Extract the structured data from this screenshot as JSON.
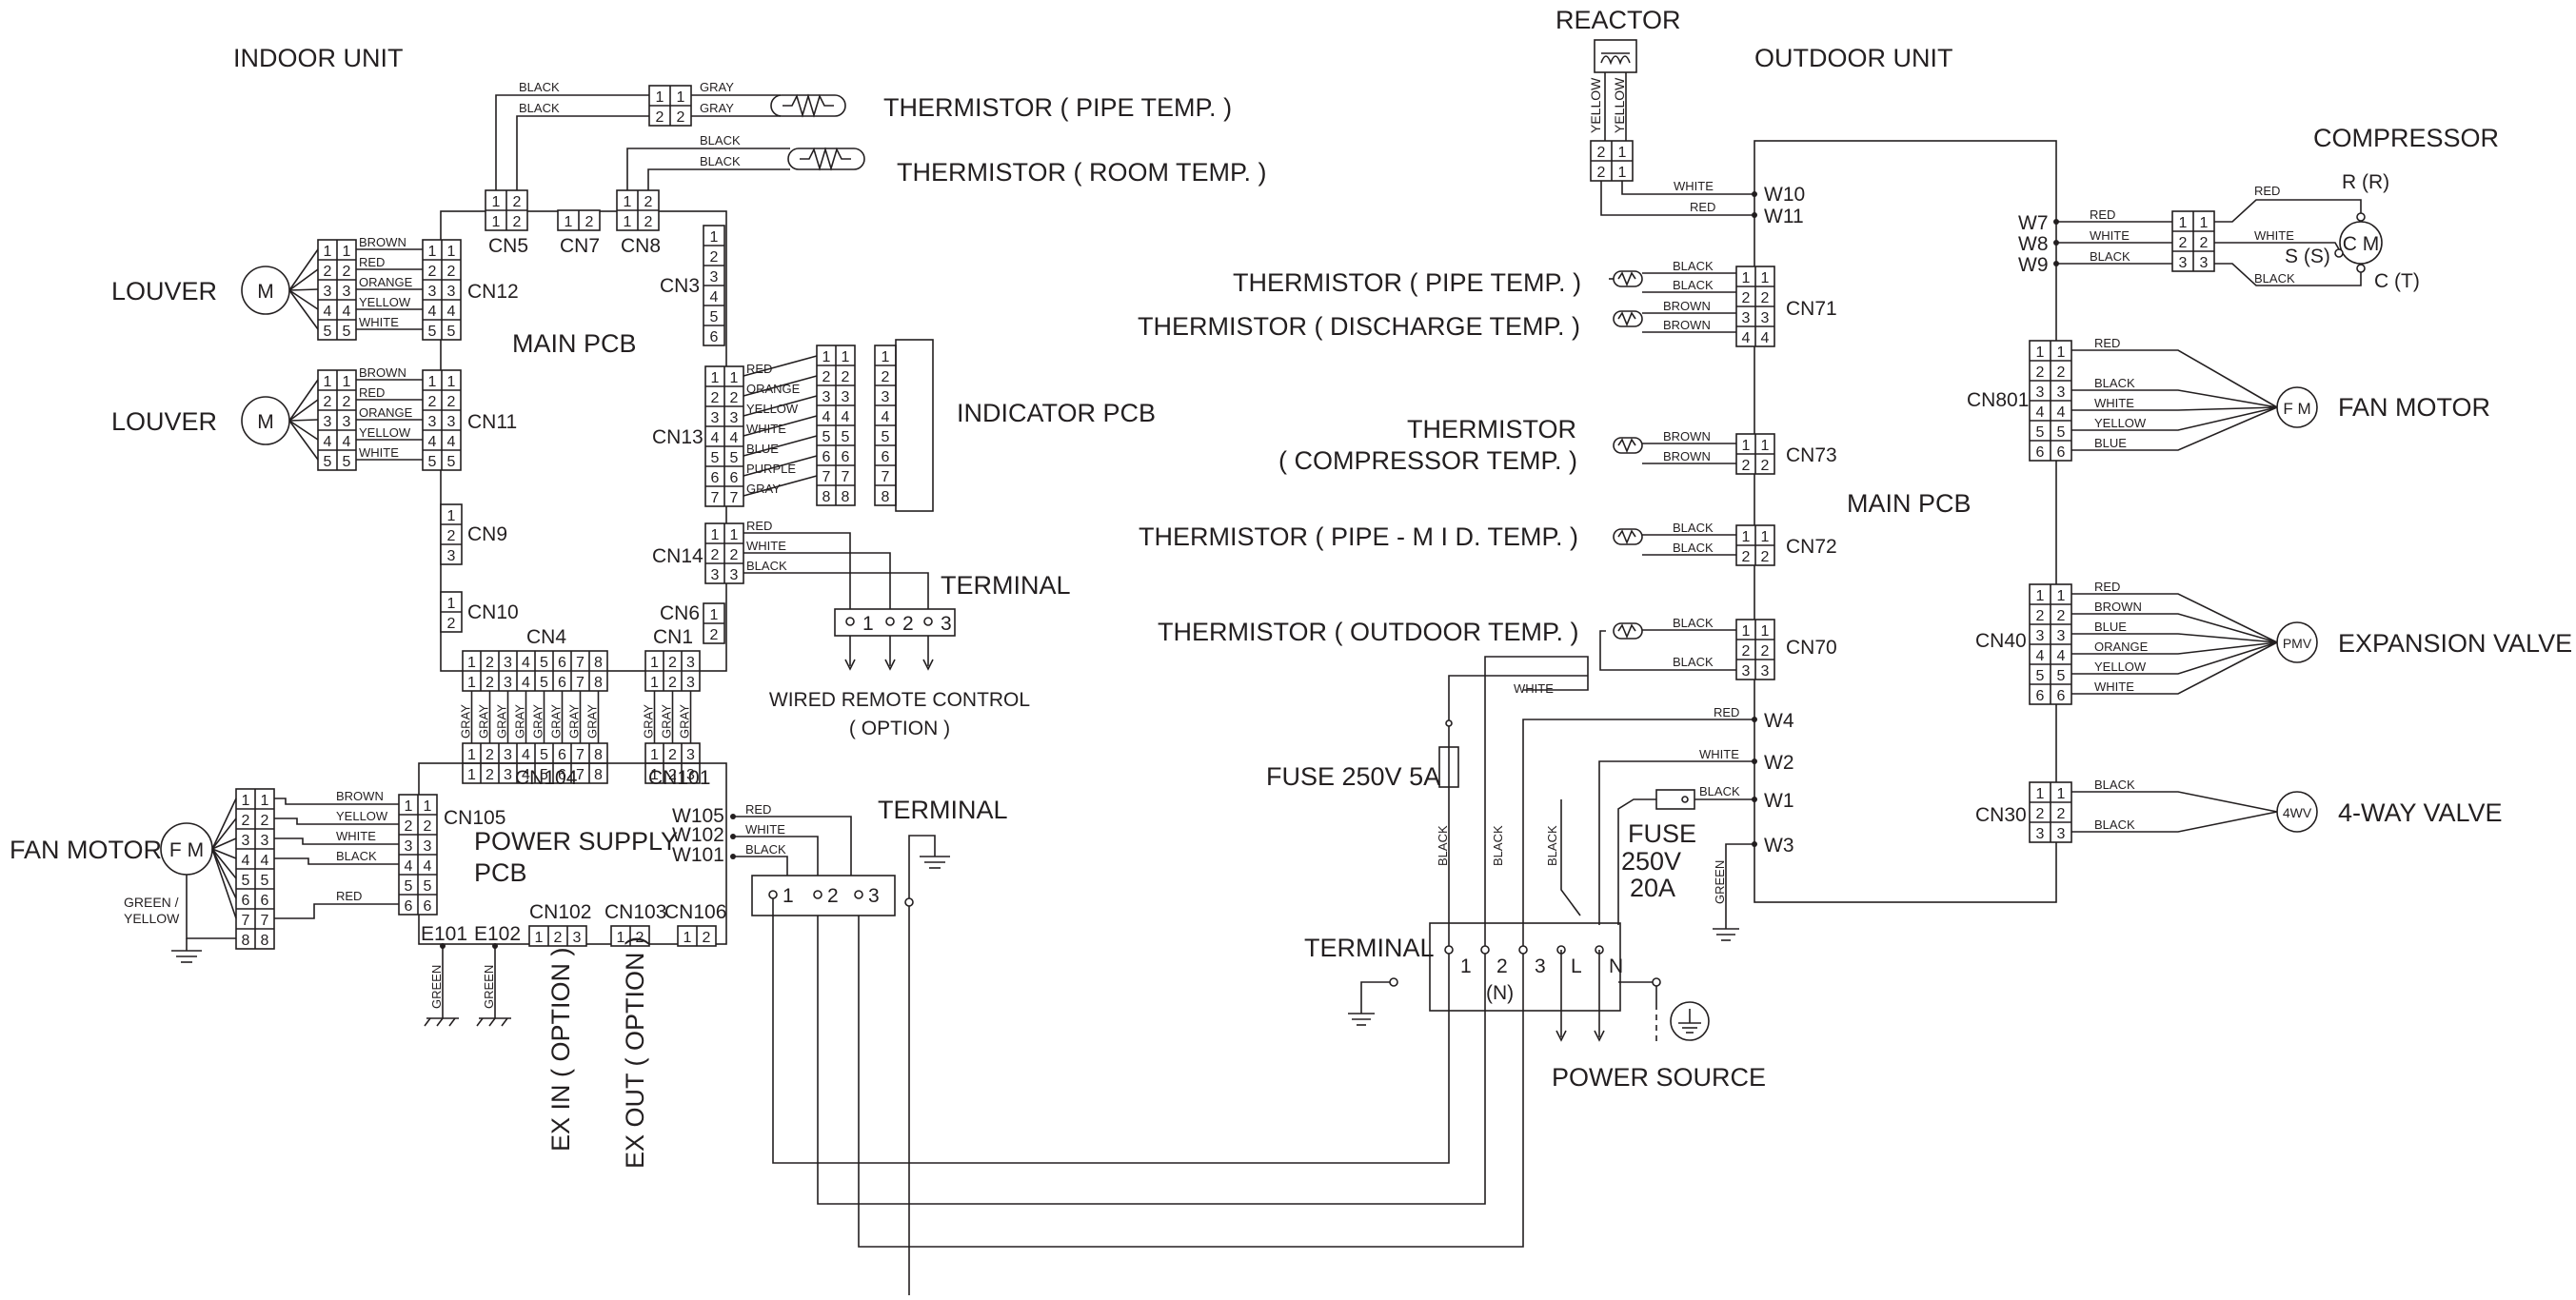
{
  "indoor": {
    "title": "INDOOR UNIT",
    "main_pcb": "MAIN PCB",
    "power_pcb_l1": "POWER SUPPLY",
    "power_pcb_l2": "PCB",
    "louver": "LOUVER",
    "motor_m": "M",
    "fan_motor": "FAN MOTOR",
    "fm": "F M",
    "thermistor_pipe": "THERMISTOR ( PIPE TEMP. )",
    "thermistor_room": "THERMISTOR ( ROOM TEMP. )",
    "indicator_pcb": "INDICATOR PCB",
    "terminal": "TERMINAL",
    "wired_remote_l1": "WIRED REMOTE CONTROL",
    "wired_remote_l2": "( OPTION )",
    "terminal2": "TERMINAL",
    "ex_in": "EX IN ( OPTION )",
    "ex_out": "EX OUT ( OPTION )",
    "green_yellow_l1": "GREEN /",
    "green_yellow_l2": "YELLOW",
    "green": "GREEN",
    "connectors": {
      "cn5": "CN5",
      "cn7": "CN7",
      "cn8": "CN8",
      "cn3": "CN3",
      "cn12": "CN12",
      "cn11": "CN11",
      "cn9": "CN9",
      "cn10": "CN10",
      "cn13": "CN13",
      "cn14": "CN14",
      "cn6": "CN6",
      "cn4": "CN4",
      "cn1": "CN1",
      "cn104": "CN104",
      "cn101": "CN101",
      "cn105": "CN105",
      "cn102": "CN102",
      "cn103": "CN103",
      "cn106": "CN106",
      "w105": "W105",
      "w102": "W102",
      "w101": "W101",
      "e101": "E101",
      "e102": "E102"
    },
    "louver_wires": [
      "BROWN",
      "RED",
      "ORANGE",
      "YELLOW",
      "WHITE"
    ],
    "indicator_wires": [
      "RED",
      "ORANGE",
      "YELLOW",
      "WHITE",
      "BLUE",
      "PURPLE",
      "GRAY"
    ],
    "cn14_wires": [
      "RED",
      "WHITE",
      "BLACK"
    ],
    "fan_wires": [
      "BROWN",
      "YELLOW",
      "WHITE",
      "BLACK",
      "RED"
    ],
    "w_wires": [
      "RED",
      "WHITE",
      "BLACK"
    ],
    "pipe_wires": [
      "BLACK",
      "BLACK",
      "GRAY",
      "GRAY"
    ],
    "room_wires": [
      "BLACK",
      "BLACK"
    ],
    "gray": "GRAY"
  },
  "outdoor": {
    "title": "OUTDOOR  UNIT",
    "reactor": "REACTOR",
    "yellow": "YELLOW",
    "main_pcb": "MAIN PCB",
    "compressor": "COMPRESSOR",
    "comp_r": "R (R)",
    "comp_s": "S (S)",
    "comp_c": "C (T)",
    "cm": "C M",
    "fan_motor": "FAN MOTOR",
    "fm": "F M",
    "expansion_valve": "EXPANSION VALVE",
    "pmv": "PMV",
    "four_way": "4-WAY VALVE",
    "fwv": "4WV",
    "th_pipe": "THERMISTOR ( PIPE TEMP. )",
    "th_discharge": "THERMISTOR ( DISCHARGE TEMP. )",
    "th_comp_l1": "THERMISTOR",
    "th_comp_l2": "( COMPRESSOR TEMP. )",
    "th_mid": "THERMISTOR ( PIPE - M I D. TEMP. )",
    "th_outdoor": "THERMISTOR ( OUTDOOR TEMP. )",
    "fuse_5a": "FUSE 250V 5A",
    "fuse20_l1": "FUSE",
    "fuse20_l2": "250V",
    "fuse20_l3": "20A",
    "terminal": "TERMINAL",
    "power_source": "POWER SOURCE",
    "connectors": {
      "w10": "W10",
      "w11": "W11",
      "w7": "W7",
      "w8": "W8",
      "w9": "W9",
      "w4": "W4",
      "w2": "W2",
      "w1": "W1",
      "w3": "W3",
      "cn71": "CN71",
      "cn73": "CN73",
      "cn72": "CN72",
      "cn70": "CN70",
      "cn801": "CN801",
      "cn40": "CN40",
      "cn30": "CN30"
    },
    "reactor_wires": [
      "WHITE",
      "RED"
    ],
    "comp_wires": [
      "RED",
      "WHITE",
      "BLACK",
      "BLACK"
    ],
    "cn71_wires": [
      "BLACK",
      "BLACK",
      "BROWN",
      "BROWN"
    ],
    "cn73_wires": [
      "BROWN",
      "BROWN"
    ],
    "cn72_wires": [
      "BLACK",
      "BLACK"
    ],
    "cn70_wires": [
      "BLACK",
      "BLACK"
    ],
    "fan_wires": [
      "RED",
      "BLACK",
      "WHITE",
      "YELLOW",
      "BLUE"
    ],
    "pmv_wires": [
      "RED",
      "BROWN",
      "BLUE",
      "ORANGE",
      "YELLOW",
      "WHITE"
    ],
    "fwv_wires": [
      "BLACK",
      "BLACK"
    ],
    "w4_wire": "RED",
    "w2_wire": "WHITE",
    "w1_wire": "BLACK",
    "w3_wire": "GREEN",
    "top_white": "WHITE",
    "black": "BLACK",
    "term_labels": [
      "1",
      "2",
      "3",
      "L",
      "N"
    ],
    "term_n": "(N)"
  }
}
